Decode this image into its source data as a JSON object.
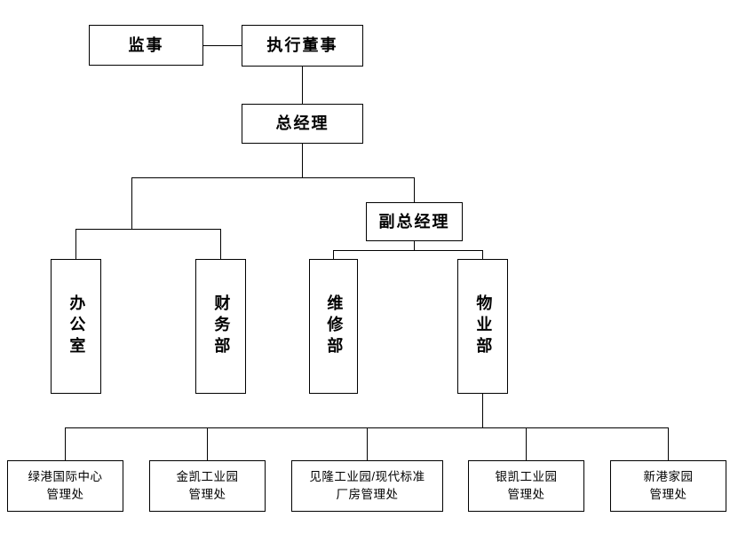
{
  "diagram": {
    "type": "org-chart",
    "title": "",
    "background_color": "#ffffff",
    "line_color": "#000000",
    "nodes": {
      "supervisor": "监事",
      "executive_director": "执行董事",
      "general_manager": "总经理",
      "deputy_general_manager": "副总经理",
      "office": "办公室",
      "finance_dept": "财务部",
      "maintenance_dept": "维修部",
      "property_dept": "物业部",
      "leaf1": "绿港国际中心\n管理处",
      "leaf2": "金凯工业园\n管理处",
      "leaf3": "见隆工业园/现代标准\n厂房管理处",
      "leaf4": "银凯工业园\n管理处",
      "leaf5": "新港家园\n管理处"
    }
  }
}
